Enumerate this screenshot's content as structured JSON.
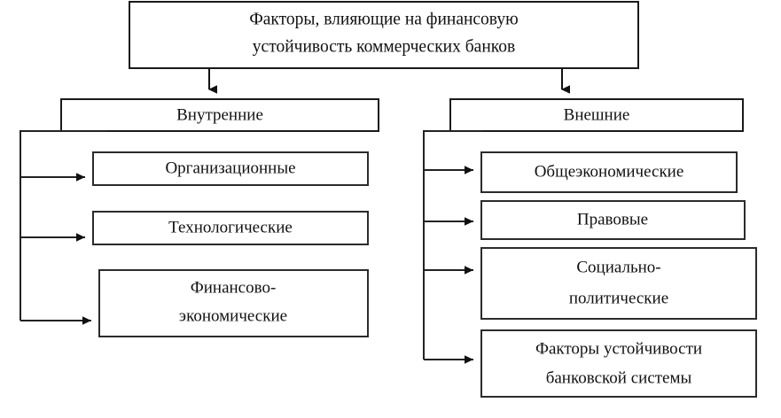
{
  "diagram": {
    "title_node": {
      "lines": [
        "Факторы, влияющие на финансовую",
        "устойчивость коммерческих банков"
      ]
    },
    "branches": [
      {
        "id": "internal",
        "label": "Внутренние",
        "children": [
          {
            "lines": [
              "Организационные"
            ]
          },
          {
            "lines": [
              "Технологические"
            ]
          },
          {
            "lines": [
              "Финансово-",
              "экономические"
            ]
          }
        ]
      },
      {
        "id": "external",
        "label": "Внешние",
        "children": [
          {
            "lines": [
              "Общеэкономические"
            ]
          },
          {
            "lines": [
              "Правовые"
            ]
          },
          {
            "lines": [
              "Социально-",
              "политические"
            ]
          },
          {
            "lines": [
              "Факторы устойчивости",
              "банковской системы"
            ]
          }
        ]
      }
    ],
    "colors": {
      "box_stroke": "#1a1a1a",
      "connector": "#111111",
      "background": "#ffffff",
      "text": "#111111"
    }
  }
}
